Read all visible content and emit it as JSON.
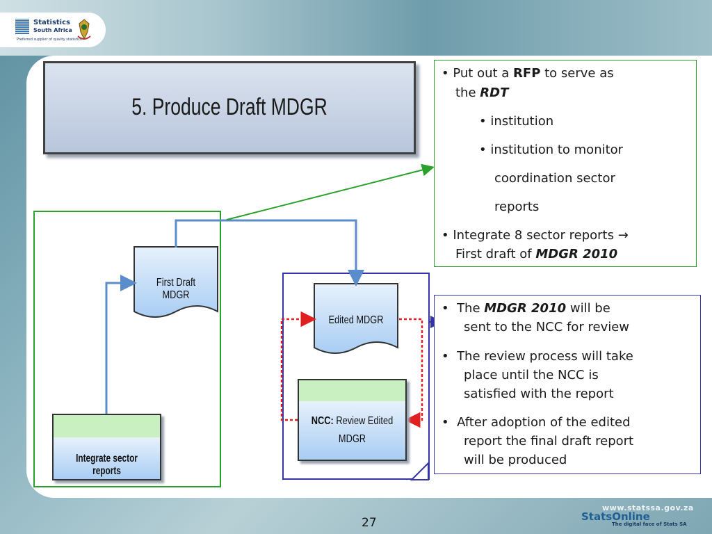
{
  "header": {
    "logo_line1": "Statistics",
    "logo_line2": "South Africa",
    "logo_tagline": "Preferred supplier of quality statistics"
  },
  "slide": {
    "title": "5. Produce Draft MDGR",
    "page_number": "27"
  },
  "diagram": {
    "nodes": {
      "first_draft": "First Draft MDGR",
      "edited": "Edited MDGR",
      "ncc_bold": "NCC:",
      "ncc_rest": " Review Edited",
      "ncc_line2": "MDGR",
      "integrate": "Integrate sector reports"
    },
    "colors": {
      "green_frame": "#2aa12a",
      "blue_frame": "#3434a8",
      "flow_arrow": "#5b8ccc",
      "review_loop": "#e02020",
      "node_fill": "#a9cdf3",
      "node_header": "#c8f0c0"
    }
  },
  "textbox1": {
    "b1_pre": "Put out a ",
    "b1_bold": "RFP",
    "b1_post": " to serve as",
    "b1_line2_pre": "the ",
    "b1_line2_bi": "RDT",
    "sub1": "institution",
    "sub2": "institution to monitor",
    "sub2_line2": "coordination sector",
    "sub2_line3": "reports",
    "b2_pre": "Integrate 8 sector reports ",
    "b2_arrow": "→",
    "b2_line2_pre": "First draft of ",
    "b2_line2_bi": "MDGR 2010"
  },
  "textbox2": {
    "b1_pre": "The ",
    "b1_bi": "MDGR 2010",
    "b1_post": " will be",
    "b1_line2": "sent to the NCC for review",
    "b2_line1": "The review process will take",
    "b2_line2": "place until the NCC is",
    "b2_line3": "satisfied with the report",
    "b3_line1": "After adoption of the edited",
    "b3_line2": "report the final draft report",
    "b3_line3": "will be produced"
  },
  "footer": {
    "url": "www.statssa.gov.za",
    "brand": "StatsOnline",
    "tagline": "The digital face of Stats SA"
  }
}
